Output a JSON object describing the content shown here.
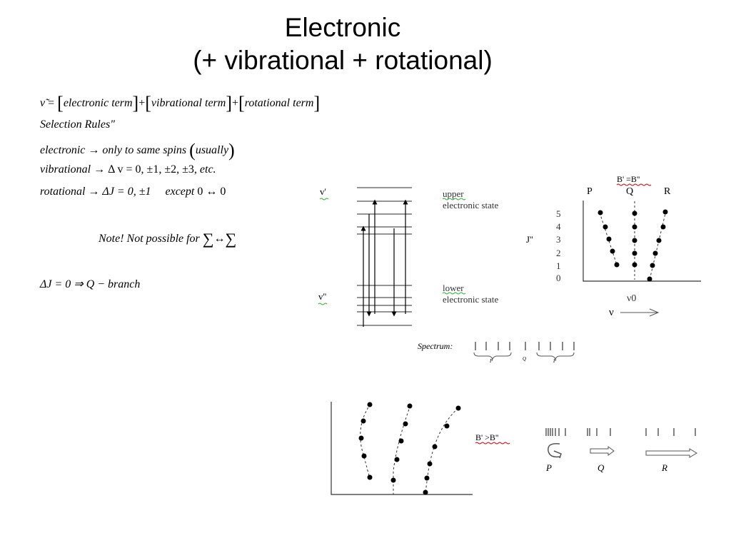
{
  "title": {
    "line1": "Electronic",
    "line2": "(+ vibrational + rotational)"
  },
  "equations": {
    "nu_tilde": "ν̃",
    "equals": "=",
    "plus": "+",
    "electronic_term": "electronic term",
    "vibrational_term": "vibrational term",
    "rotational_term": "rotational term",
    "selection_rules": "Selection Rules\"",
    "electronic_rule_a": "electronic → only to same spins",
    "electronic_rule_b": "usually",
    "vibrational_rule_a": "vibrational",
    "vibrational_rule_b": "→ Δ v = 0, ±1, ±2, ±3,",
    "vibrational_rule_c": "etc.",
    "rotational_rule_a": "rotational",
    "rotational_rule_b": "→ ΔJ = 0, ±1",
    "rotational_rule_c": "except",
    "rotational_rule_d": "0 ↔ 0",
    "note": "Note! Not possible for",
    "sum_arrow": "↔",
    "branch_a": "ΔJ = 0 ⇒",
    "branch_b": "Q − branch"
  },
  "energy_diagram": {
    "v_upper": "v'",
    "v_lower": "v''",
    "upper_label_1": "upper",
    "upper_label_2": "electronic state",
    "lower_label_1": "lower",
    "lower_label_2": "electronic state"
  },
  "spectrum": {
    "label": "Spectrum:",
    "p_mark": "P",
    "q_mark": "Q"
  },
  "fortrat_top": {
    "b_relation": "B' =B''",
    "col_p": "P",
    "col_q": "Q",
    "col_r": "R",
    "j_label": "J''",
    "j_levels": [
      "5",
      "4",
      "3",
      "2",
      "1",
      "0"
    ],
    "nu0": "ν0",
    "nu": "ν"
  },
  "fortrat_bottom": {
    "b_relation": "B' >B''",
    "branch_p": "P",
    "branch_q": "Q",
    "branch_r": "R"
  }
}
